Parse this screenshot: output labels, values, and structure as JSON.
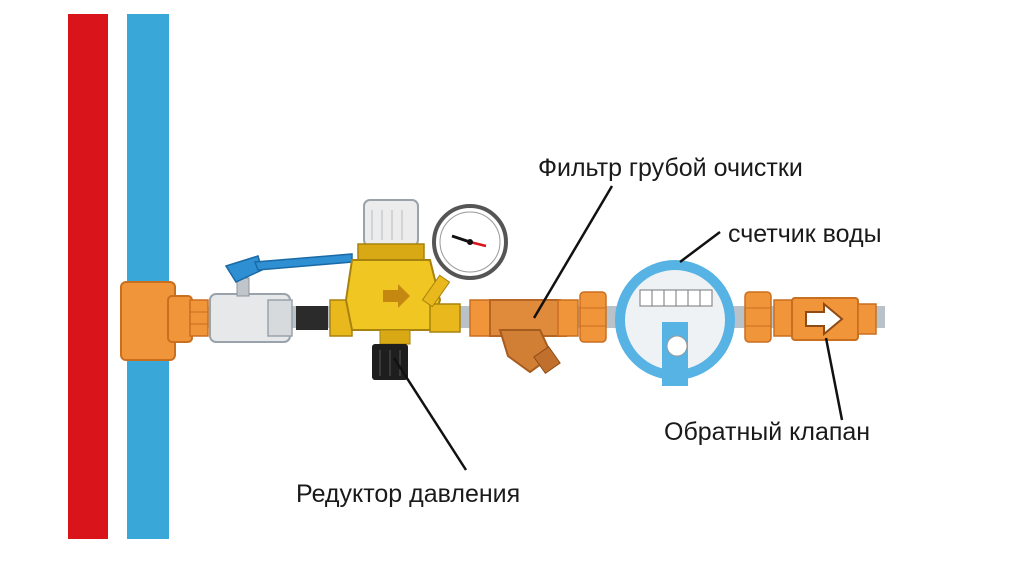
{
  "diagram": {
    "labels": {
      "filter": "Фильтр грубой очистки",
      "meter": "счетчик воды",
      "check_valve": "Обратный клапан",
      "reducer": "Редуктор давления"
    },
    "colors": {
      "hot_pipe": "#d9141b",
      "cold_pipe": "#3aa7d9",
      "fitting": "#f0953a",
      "brass": "#e8b81c",
      "valve_handle": "#2f8fd3",
      "meter_ring": "#56b3e3"
    },
    "icons": [
      "ball-valve-icon",
      "pressure-gauge-icon",
      "strainer-icon",
      "water-meter-icon",
      "check-valve-icon",
      "pressure-reducer-icon",
      "tee-fitting-icon"
    ]
  }
}
